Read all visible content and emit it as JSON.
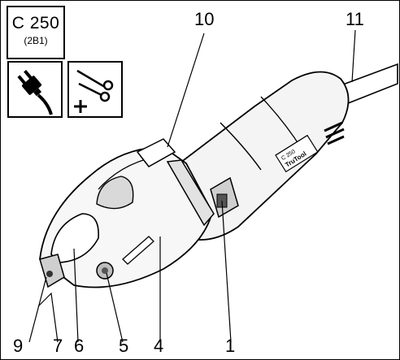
{
  "model_box": {
    "name": "C 250",
    "code": "(2B1)"
  },
  "icons": {
    "power": "power-plug-icon",
    "accessory": "scissors-plus-icon"
  },
  "tool_badge": {
    "line1": "C 250",
    "line2": "TruTool"
  },
  "callouts": [
    "1",
    "4",
    "5",
    "6",
    "7",
    "9",
    "10",
    "11"
  ]
}
